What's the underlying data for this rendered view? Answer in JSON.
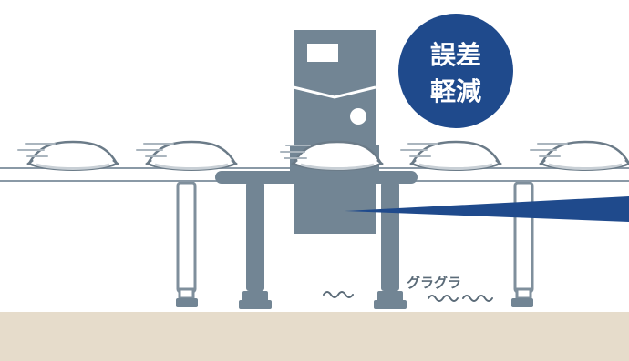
{
  "badge": {
    "line1": "誤差",
    "line2": "軽減",
    "color": "#1f4a8c"
  },
  "vibration_label": "グラグラ",
  "colors": {
    "machine": "#728594",
    "floor": "#e6dccb",
    "pointer": "#1f4a8c",
    "conveyor_line": "#8a99a6"
  },
  "icons": [
    "checkweigher-machine",
    "conveyor",
    "rice-bag",
    "vibration-squiggle",
    "speech-pointer"
  ]
}
